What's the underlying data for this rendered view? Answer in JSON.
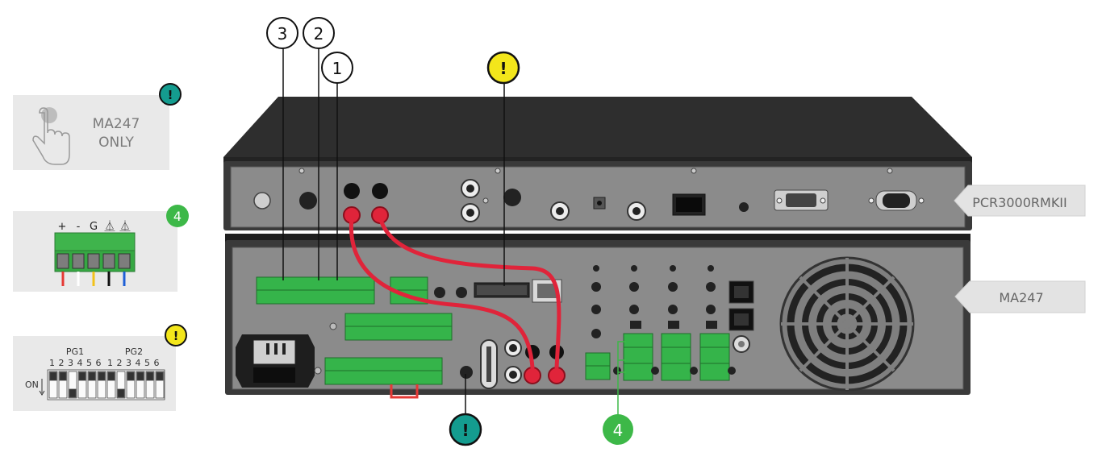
{
  "side_panels": {
    "panel_ma247_only": {
      "line1": "MA247",
      "line2": "ONLY",
      "badge": "!",
      "badge_color": "#149c8f"
    },
    "panel_terminal": {
      "labels": [
        "+",
        "-",
        "G",
        "⏅",
        "⏅"
      ],
      "badge": "4",
      "badge_color": "#3db848",
      "wire_colors": [
        "#e53935",
        "#eeeeee",
        "#f2c21b",
        "#111111",
        "#1e5fd6"
      ]
    },
    "panel_dip": {
      "group1": "PG1",
      "group2": "PG2",
      "numbers1": "1 2 3 4 5 6",
      "numbers2": "1 2 3 4 5 6",
      "on_label": "ON",
      "badge": "!",
      "badge_color": "#f3e61b"
    }
  },
  "devices": {
    "top": {
      "label": "PCR3000RMKII"
    },
    "bottom": {
      "label": "MA247"
    }
  },
  "callouts": {
    "c3": "3",
    "c2": "2",
    "c1": "1",
    "warn_top": "!",
    "warn_bottom": "!",
    "c4": "4"
  },
  "colors": {
    "chassis": "#3a3a3a",
    "panel": "#8e8e8e",
    "terminal_green": "#35b44a",
    "cable_red": "#e0243a",
    "teal": "#149c8f",
    "yellow": "#f3e61b",
    "green_badge": "#3db848"
  }
}
